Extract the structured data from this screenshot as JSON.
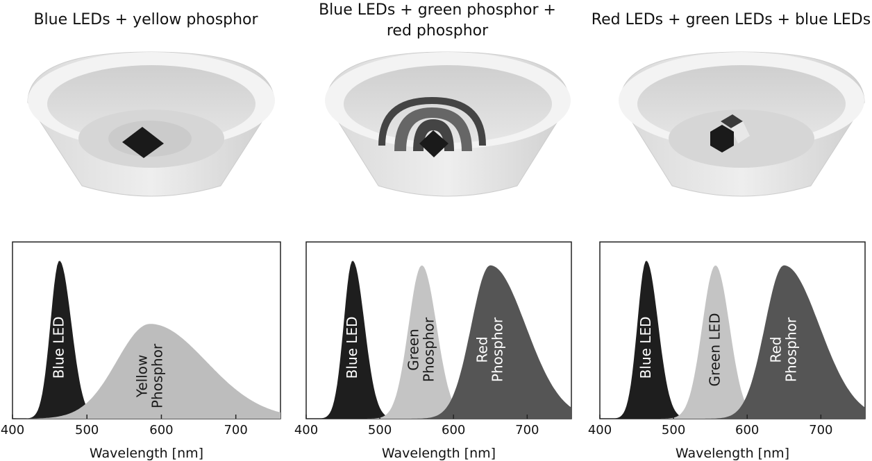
{
  "panels": [
    {
      "title": "Blue LEDs + yellow phosphor",
      "xlabel": "Wavelength [nm]",
      "ticks": [
        "400",
        "500",
        "600",
        "700"
      ],
      "peaks": [
        {
          "label": "Blue LED",
          "lines": [
            "Blue LED"
          ],
          "center": 463,
          "width_left": 12,
          "width_right": 16,
          "height": 1.0,
          "color": "#1e1e1e",
          "text_color": "#ffffff"
        },
        {
          "label": "Yellow Phosphor",
          "lines": [
            "Yellow",
            "Phosphor"
          ],
          "center": 585,
          "width_left": 45,
          "width_right": 75,
          "height": 0.6,
          "color": "#bdbdbd",
          "text_color": "#1a1a1a"
        }
      ]
    },
    {
      "title": "Blue LEDs + green phosphor + red phosphor",
      "title_lines": [
        "Blue LEDs + green phosphor +",
        "red phosphor"
      ],
      "xlabel": "Wavelength [nm]",
      "ticks": [
        "400",
        "500",
        "600",
        "700"
      ],
      "peaks": [
        {
          "label": "Blue LED",
          "lines": [
            "Blue LED"
          ],
          "center": 463,
          "width_left": 12,
          "width_right": 16,
          "height": 1.0,
          "color": "#1e1e1e",
          "text_color": "#ffffff"
        },
        {
          "label": "Green Phosphor",
          "lines": [
            "Green",
            "Phosphor"
          ],
          "center": 557,
          "width_left": 18,
          "width_right": 20,
          "height": 0.97,
          "color": "#c4c4c4",
          "text_color": "#1a1a1a"
        },
        {
          "label": "Red Phosphor",
          "lines": [
            "Red",
            "Phosphor"
          ],
          "center": 650,
          "width_left": 26,
          "width_right": 48,
          "height": 0.97,
          "color": "#555555",
          "text_color": "#ffffff"
        }
      ]
    },
    {
      "title": "Red LEDs + green LEDs + blue LEDs",
      "xlabel": "Wavelength [nm]",
      "ticks": [
        "400",
        "500",
        "600",
        "700"
      ],
      "peaks": [
        {
          "label": "Blue LED",
          "lines": [
            "Blue LED"
          ],
          "center": 463,
          "width_left": 12,
          "width_right": 16,
          "height": 1.0,
          "color": "#1e1e1e",
          "text_color": "#ffffff"
        },
        {
          "label": "Green LED",
          "lines": [
            "Green LED"
          ],
          "center": 557,
          "width_left": 18,
          "width_right": 19,
          "height": 0.97,
          "color": "#c4c4c4",
          "text_color": "#1a1a1a"
        },
        {
          "label": "Red Phosphor",
          "lines": [
            "Red",
            "Phosphor"
          ],
          "center": 650,
          "width_left": 26,
          "width_right": 48,
          "height": 0.97,
          "color": "#555555",
          "text_color": "#ffffff"
        }
      ]
    }
  ],
  "x_range": [
    400,
    760
  ],
  "tick_values": [
    400,
    500,
    600,
    700
  ]
}
